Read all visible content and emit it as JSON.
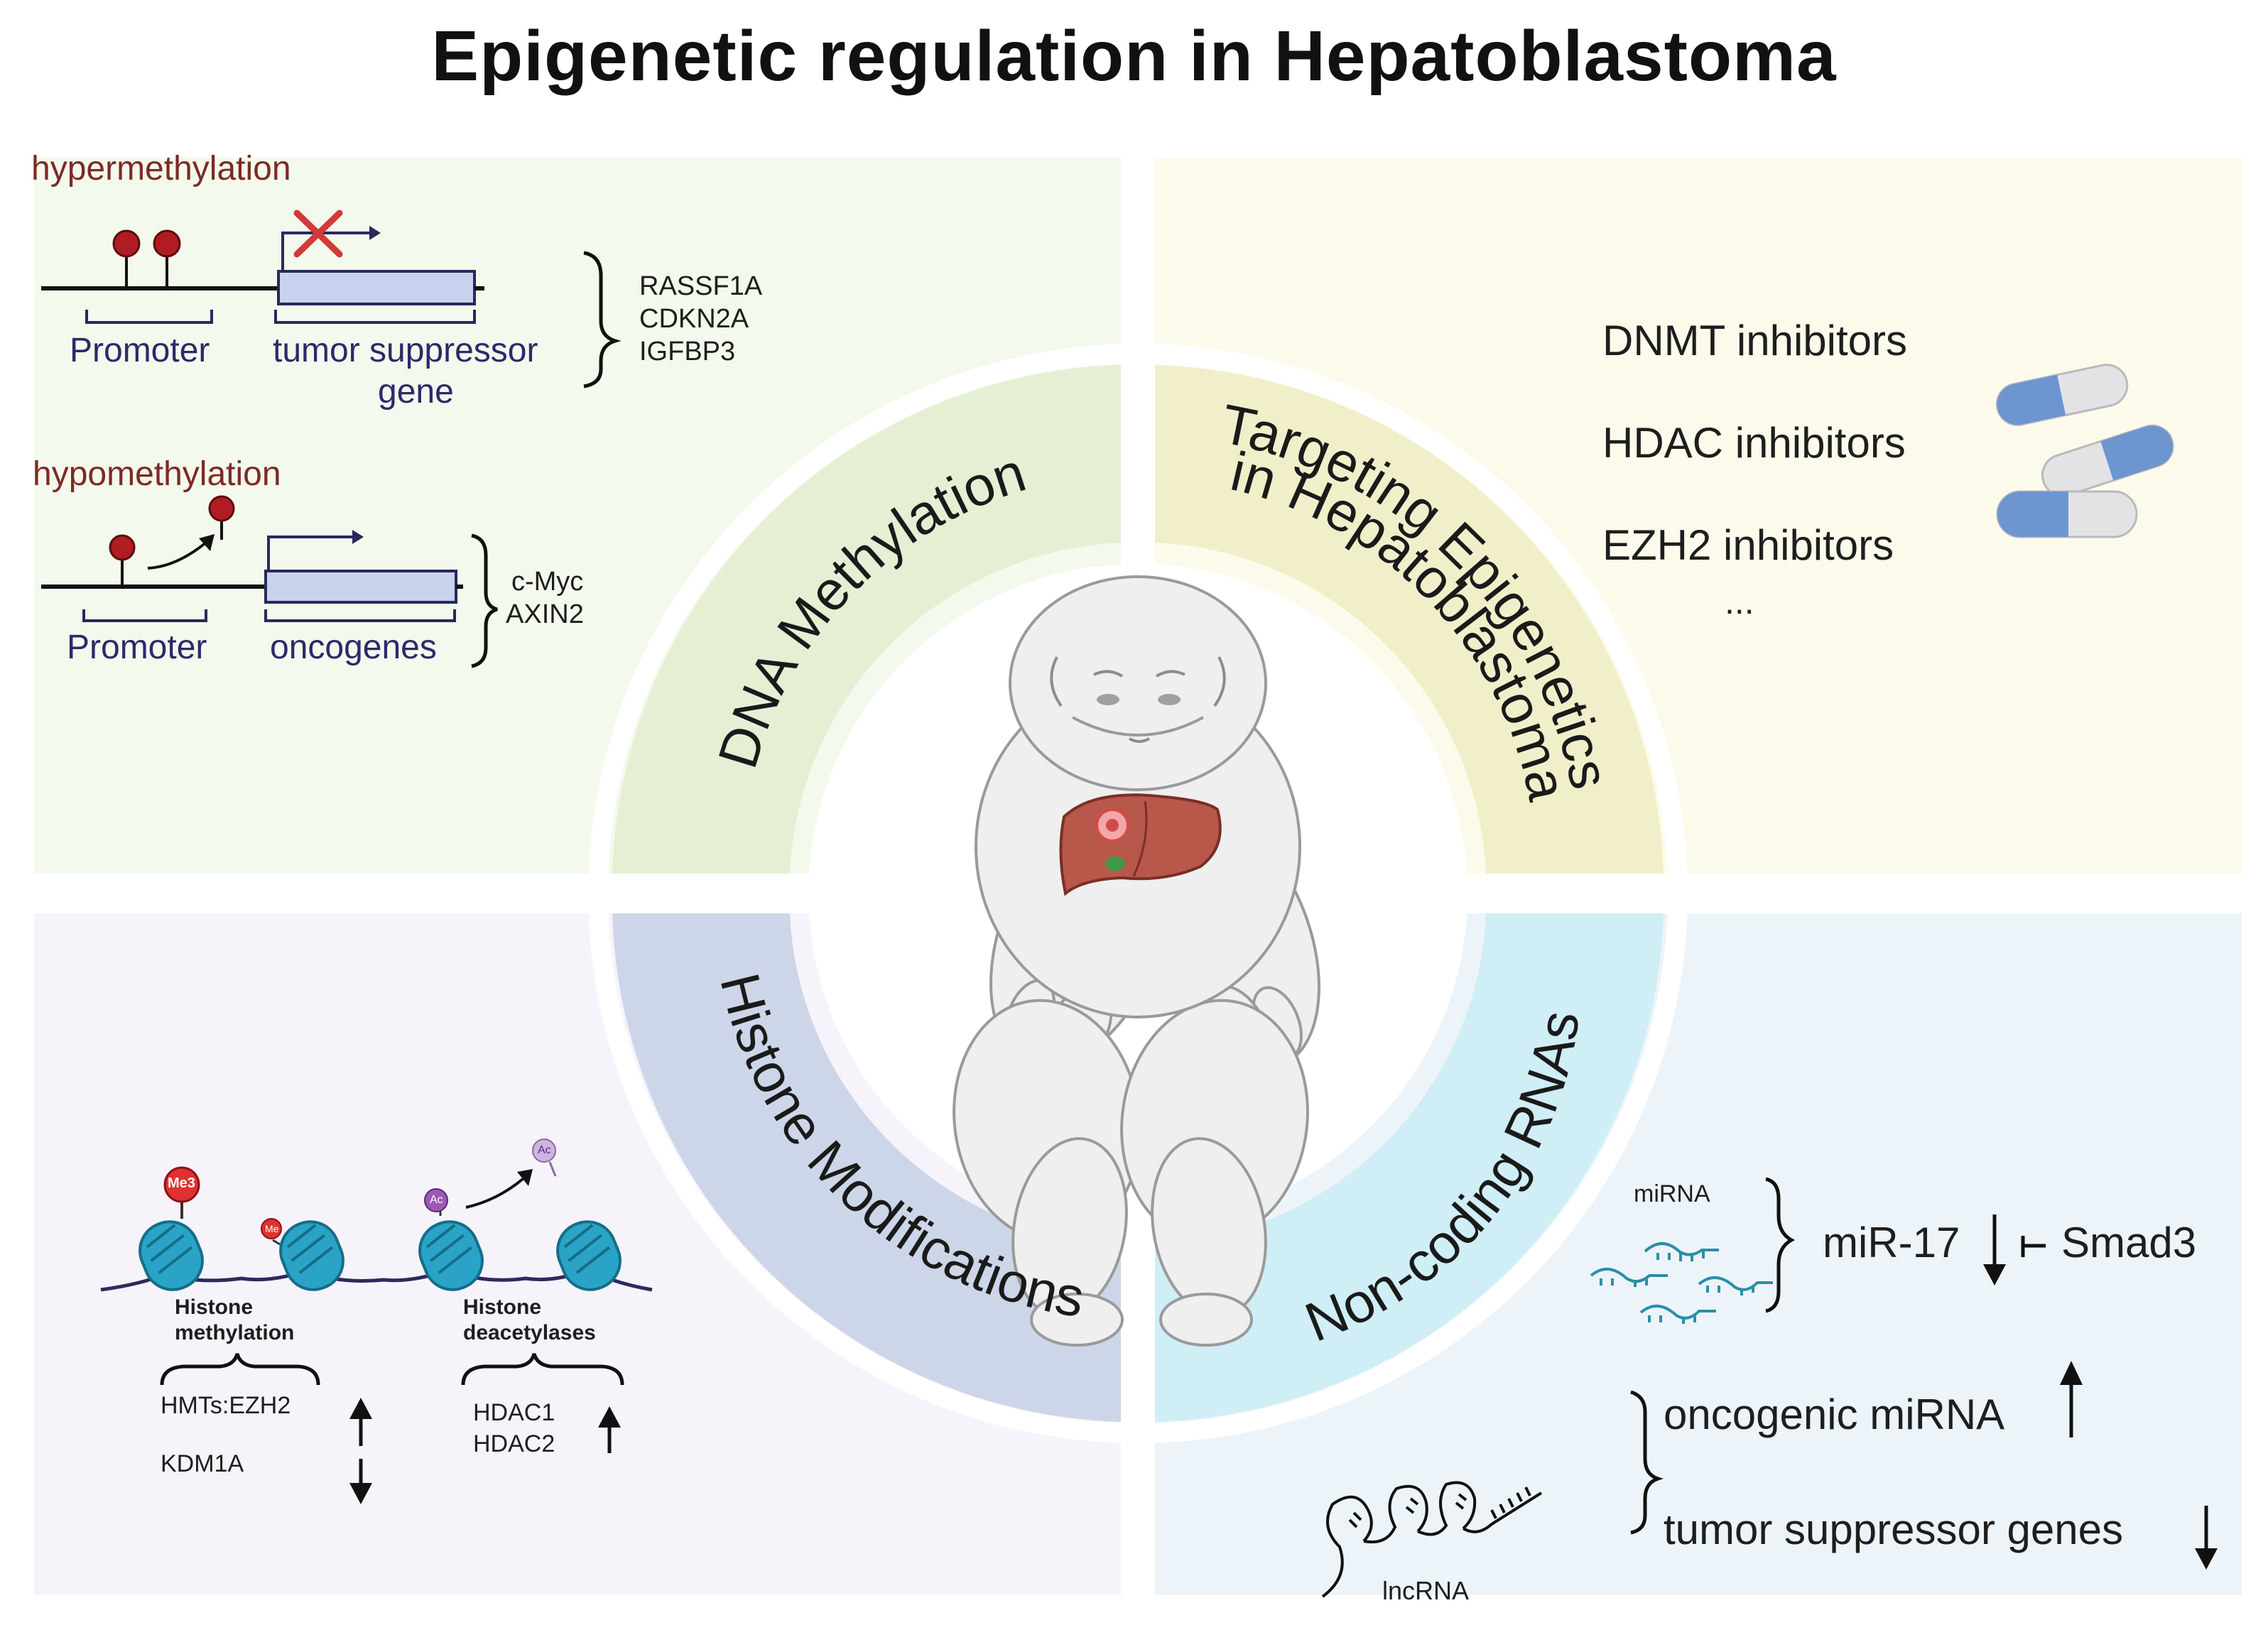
{
  "title": "Epigenetic regulation in Hepatoblastoma",
  "quadrants": {
    "dna_methylation": {
      "label": "DNA Methylation",
      "hyper": {
        "heading": "hypermethylation",
        "promoter": "Promoter",
        "gene": "tumor suppressor",
        "gene_line2": "gene",
        "genes": [
          "RASSF1A",
          "CDKN2A",
          "IGFBP3"
        ]
      },
      "hypo": {
        "heading": "hypomethylation",
        "promoter": "Promoter",
        "gene": "oncogenes",
        "genes": [
          "c-Myc",
          "AXIN2"
        ]
      }
    },
    "targeting": {
      "label_line1": "Targeting Epigenetics",
      "label_line2": "in Hepatoblastoma",
      "items": [
        "DNMT inhibitors",
        "HDAC inhibitors",
        "EZH2 inhibitors",
        "..."
      ]
    },
    "histone": {
      "label": "Histone Modifications",
      "marks": {
        "me3": "Me3",
        "me": "Me",
        "ac": "Ac"
      },
      "methylation": {
        "title_line1": "Histone",
        "title_line2": "methylation",
        "items": [
          "HMTs:EZH2",
          "KDM1A"
        ]
      },
      "deacetylases": {
        "title_line1": "Histone",
        "title_line2": "deacetylases",
        "items": [
          "HDAC1",
          "HDAC2"
        ]
      }
    },
    "ncrna": {
      "label": "Non-coding RNAs",
      "mirna_label": "miRNA",
      "mir17": "miR-17",
      "smad3": "Smad3",
      "oncogenic": "oncogenic miRNA",
      "tsg": "tumor suppressor genes",
      "lncrna_label": "lncRNA"
    }
  },
  "colors": {
    "tl_panel": "#f3f9ec",
    "tr_panel": "#fcfbeb",
    "bl_panel": "#f7f3fb",
    "br_panel": "#edf4f9",
    "ring_tl": "#e4efd4",
    "ring_tr": "#f1efca",
    "ring_bl": "#cdd6e8",
    "ring_br": "#cfeef6",
    "methyl": "#b01c22",
    "nucleosome": "#2aa3c6",
    "liver": "#b8584a",
    "pill_blue": "#6d95cf"
  }
}
